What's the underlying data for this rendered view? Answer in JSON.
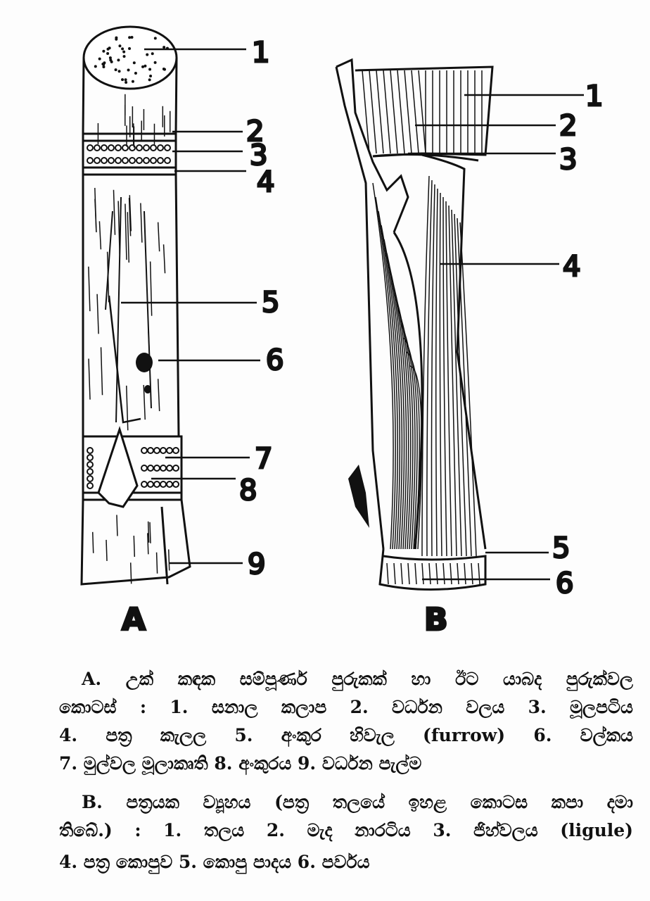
{
  "figure": {
    "panel_a": {
      "letter": "A",
      "labels": [
        "1",
        "2",
        "3",
        "4",
        "5",
        "6",
        "7",
        "8",
        "9"
      ]
    },
    "panel_b": {
      "letter": "B",
      "labels": [
        "1",
        "2",
        "3",
        "4",
        "5",
        "6"
      ]
    }
  },
  "caption": {
    "a_lines": [
      "A. උක් කඳක සම්පූර්ණ පුරුකක් හා ඊට යාබද පුරුක්වල",
      "කොටස් : 1. සනාල කලාප 2. වර්ධන වලය 3. මූලපටිය",
      "4. පත්‍ර කැලල 5. අංකුර හිවැල (furrow) 6. වල්කය",
      "7. මුල්වල මූලාකෘති 8. අංකුරය 9. වර්ධන පැල්ම"
    ],
    "b_lines": [
      "B. පත්‍රයක ව්‍යූහය (පත්‍ර තලයේ ඉහළ කොටස කපා දමා",
      "තිබේ.) : 1. තලය 2. මැද නාරටිය 3. ජිහ්වලය (ligule)",
      "4. පත්‍ර කොපුව 5. කොපු පාදය 6. පර්වය"
    ]
  }
}
